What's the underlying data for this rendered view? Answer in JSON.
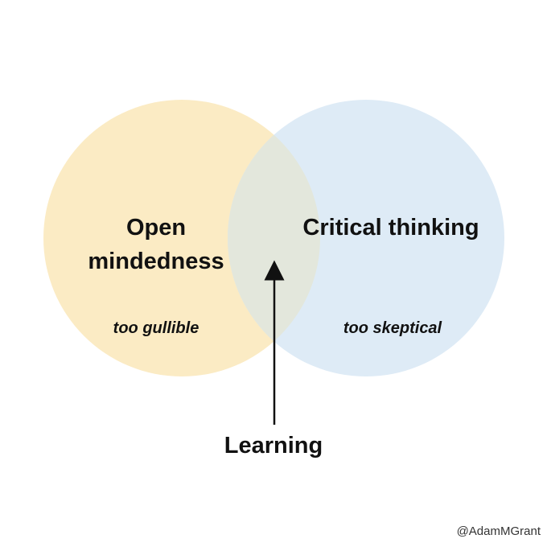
{
  "diagram": {
    "left_circle": {
      "title": "Open mindedness",
      "note": "too gullible",
      "color": "#FBEBC4"
    },
    "right_circle": {
      "title": "Critical thinking",
      "note": "too skeptical",
      "color": "#DEEBF6"
    },
    "overlap": {
      "label": "Learning",
      "color": "#E3E7DC"
    },
    "arrow_color": "#111111"
  },
  "credit": "@AdamMGrant"
}
